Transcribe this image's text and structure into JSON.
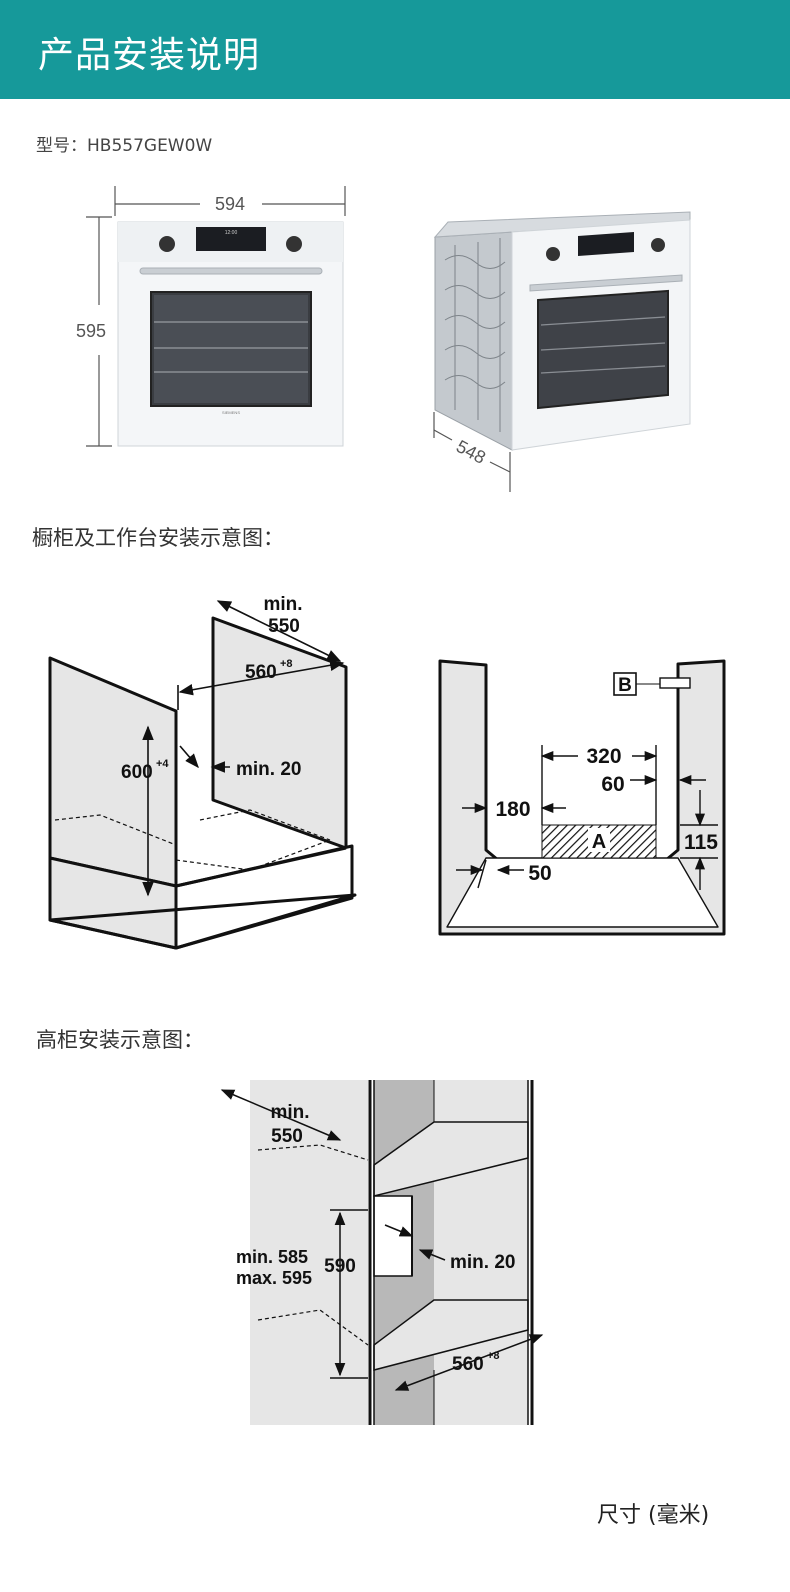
{
  "header": {
    "title": "产品安装说明"
  },
  "model": {
    "text": "型号：HB557GEW0W"
  },
  "oven": {
    "front_width": "594",
    "front_height": "595",
    "depth": "548",
    "brand": "SIEMENS",
    "display": "12:00"
  },
  "section1": {
    "title": "橱柜及工作台安装示意图：",
    "cabinet": {
      "depth_label_1": "min.",
      "depth_label_2": "550",
      "width_label": "560",
      "width_sup": "+8",
      "height_label": "600",
      "height_sup": "+4",
      "gap_label": "min. 20"
    },
    "section_view": {
      "label_b": "B",
      "label_a": "A",
      "dim_320": "320",
      "dim_60": "60",
      "dim_180": "180",
      "dim_115": "115",
      "dim_50": "50"
    }
  },
  "section2": {
    "title": "高柜安装示意图：",
    "tall": {
      "depth_label_1": "min.",
      "depth_label_2": "550",
      "range_label_1": "min. 585",
      "range_label_2": "max. 595",
      "height_label": "590",
      "gap_label": "min. 20",
      "width_label": "560",
      "width_sup": "+8"
    }
  },
  "footer": {
    "unit_label": "尺寸 (毫米)"
  }
}
